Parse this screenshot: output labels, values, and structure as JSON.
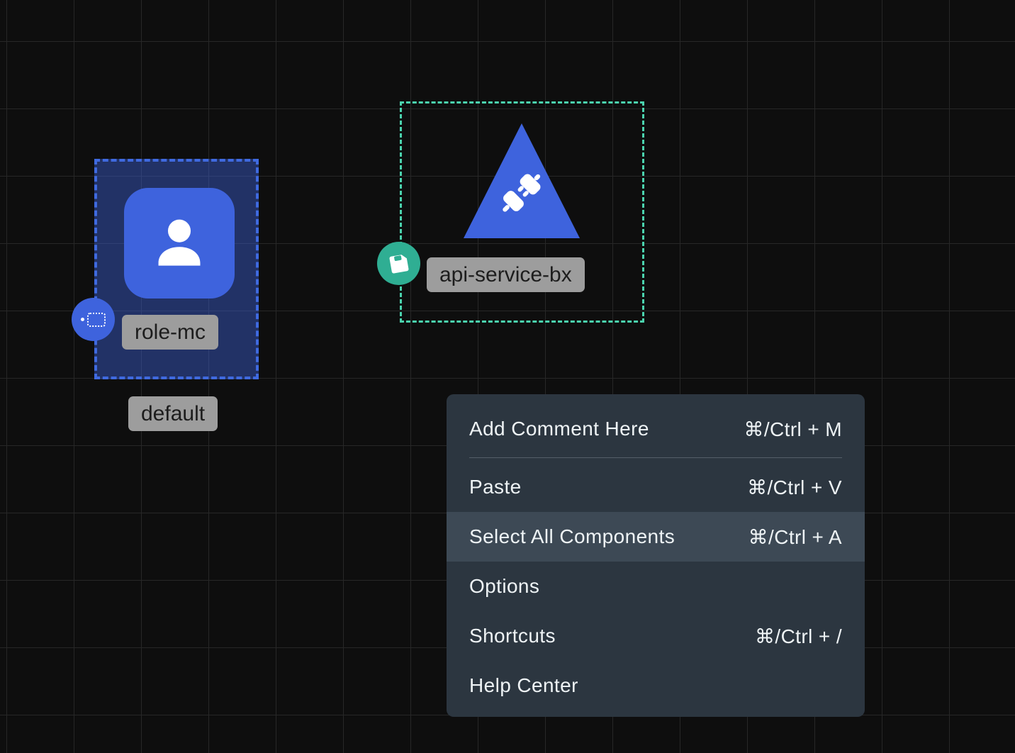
{
  "canvas": {
    "role_component": {
      "label": "role-mc",
      "group_label": "default",
      "icon": "user-icon",
      "badge_icon": "selection-marquee-icon"
    },
    "api_component": {
      "label": "api-service-bx",
      "icon": "plug-icon",
      "badge_icon": "save-icon"
    }
  },
  "context_menu": {
    "items": [
      {
        "label": "Add Comment Here",
        "shortcut": "⌘/Ctrl + M"
      },
      {
        "label": "Paste",
        "shortcut": "⌘/Ctrl + V"
      },
      {
        "label": "Select All Components",
        "shortcut": "⌘/Ctrl + A"
      },
      {
        "label": "Options",
        "shortcut": ""
      },
      {
        "label": "Shortcuts",
        "shortcut": "⌘/Ctrl + /"
      },
      {
        "label": "Help Center",
        "shortcut": ""
      }
    ],
    "highlighted_item": "Select All Components"
  },
  "colors": {
    "background": "#0e0e0e",
    "grid_line": "#272727",
    "component_blue": "#3e63dd",
    "selection_border_blue": "#3f6ae0",
    "selection_fill_blue": "rgba(63,100,224,0.42)",
    "teal_selection_border": "#4bd3ae",
    "teal_badge": "#2fae93",
    "label_bg": "#9d9d9d",
    "label_text": "#1d1d1d",
    "menu_bg": "#2c3640",
    "menu_highlight": "#3d4955",
    "menu_text": "#eef3f5"
  }
}
